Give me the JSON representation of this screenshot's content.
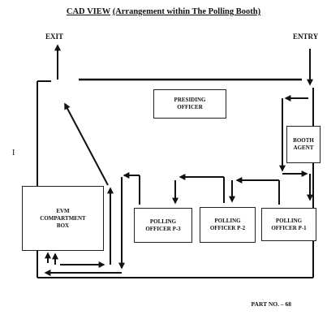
{
  "title": {
    "main": "CAD VIEW",
    "sub": "(Arrangement within The Polling Booth)"
  },
  "labels": {
    "exit": "EXIT",
    "entry": "ENTRY",
    "part_no": "PART NO. – 68",
    "side_mark": "I"
  },
  "boxes": {
    "presiding_officer": "PRESIDING\nOFFICER",
    "booth_agent": "BOOTH\nAGENT",
    "evm_box": "EVM\nCOMPARTMENT\nBOX",
    "polling_officer_3": "POLLING\nOFFICER P-3",
    "polling_officer_2": "POLLING\nOFFICER P-2",
    "polling_officer_1": "POLLING\nOFFICER P-1"
  }
}
